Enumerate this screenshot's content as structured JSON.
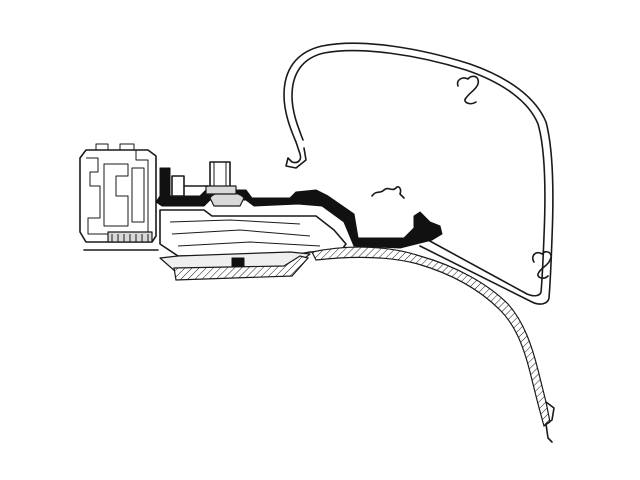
{
  "diagram": {
    "background": "#ffffff",
    "line_color": "#1a1a1a",
    "fill_dark": "#111111",
    "fill_gray": "#d9d9d9",
    "parts": [
      "awning-case-profile",
      "awning-rail",
      "mounting-adapter-bracket",
      "fixing-bolt-nut",
      "vehicle-roof-rail-profile",
      "vehicle-body-panel"
    ]
  }
}
